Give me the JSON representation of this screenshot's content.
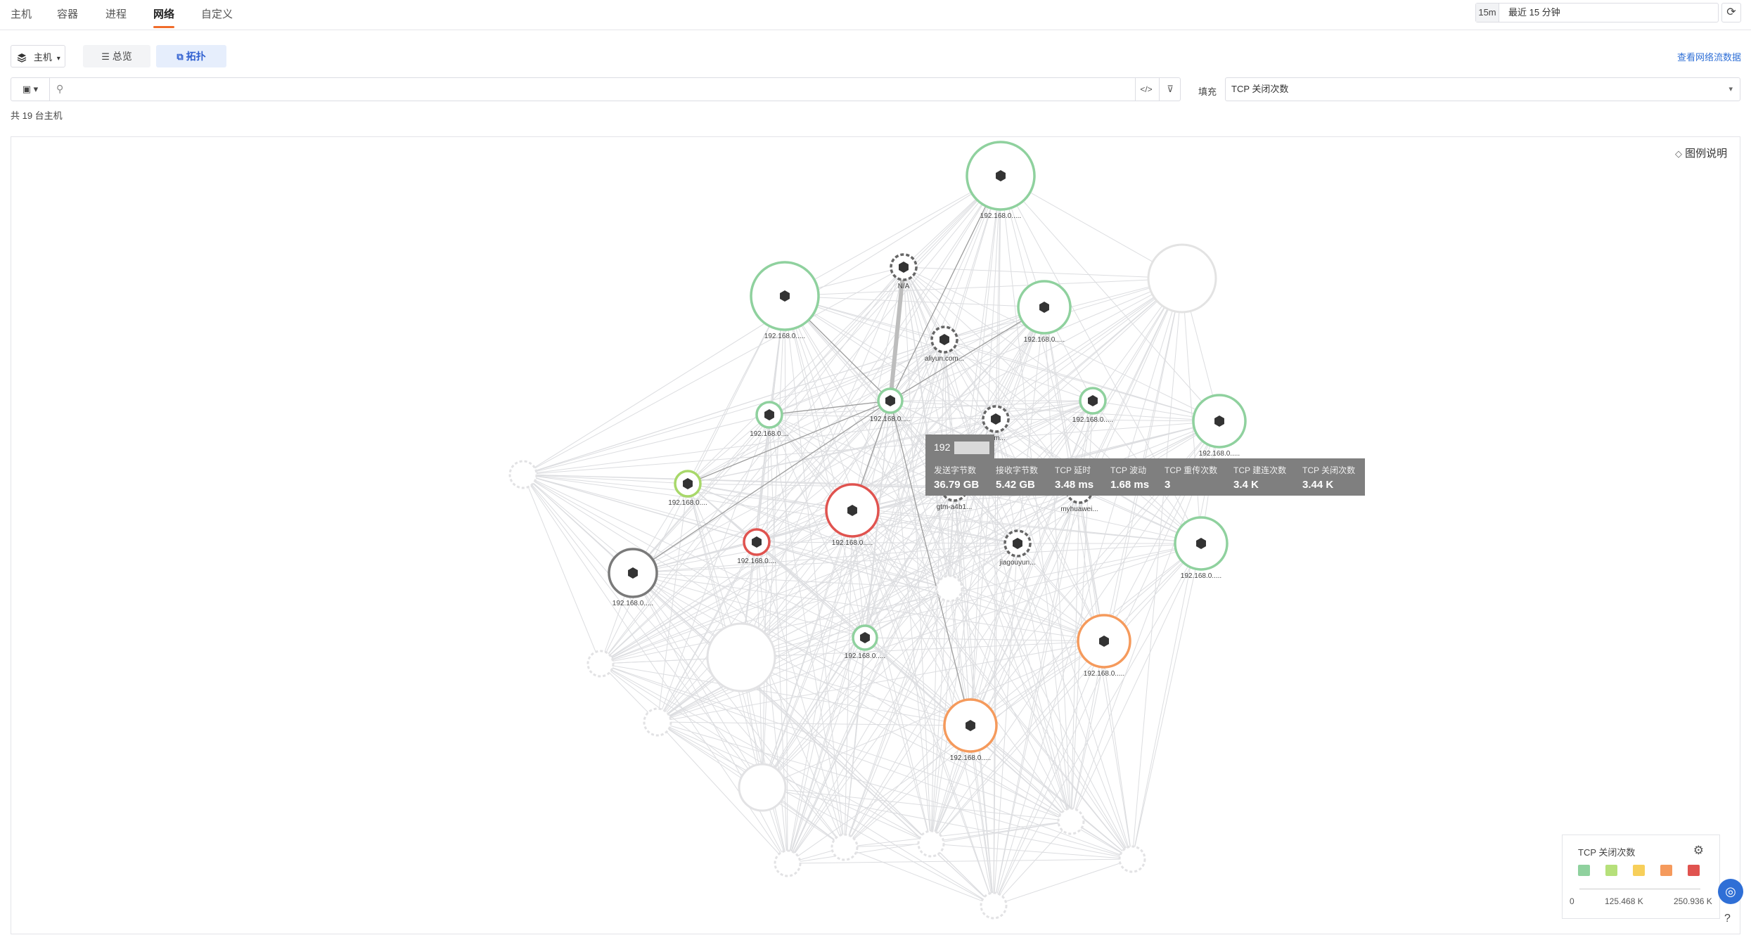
{
  "nav": {
    "tabs": [
      {
        "label": "主机"
      },
      {
        "label": "容器"
      },
      {
        "label": "进程"
      },
      {
        "label": "网络"
      },
      {
        "label": "自定义"
      }
    ],
    "active_tab": "网络",
    "time_quick": "15m",
    "time_range": "最近 15 分钟"
  },
  "toolbar": {
    "host_select": "主机",
    "overview_label": "总览",
    "topology_label": "拓扑",
    "flow_link": "查看网络流数据",
    "search_placeholder": "",
    "fill_label": "填充",
    "fill_value": "TCP 关闭次数",
    "host_count": "共 19 台主机",
    "legend_toggle": "图例说明"
  },
  "graph": {
    "nodes": [
      {
        "id": "n1",
        "label": "192.168.0.....",
        "status": "green"
      },
      {
        "id": "n2",
        "label": "N/A",
        "status": "dashed"
      },
      {
        "id": "n3",
        "label": "192.168.0.....",
        "status": "green"
      },
      {
        "id": "n4",
        "label": "192.168.0.....",
        "status": "green"
      },
      {
        "id": "n5",
        "label": "aliyun.com...",
        "status": "dashed"
      },
      {
        "id": "n6",
        "label": "",
        "status": "empty"
      },
      {
        "id": "n7",
        "label": "192.168.0.....",
        "status": "green"
      },
      {
        "id": "n8",
        "label": "192.168.0....",
        "status": "green"
      },
      {
        "id": "n9",
        "label": "192.168.0.....",
        "status": "green"
      },
      {
        "id": "n10",
        "label": "192.168.0.....",
        "status": "green"
      },
      {
        "id": "n11",
        "label": "..om...",
        "status": "dashed"
      },
      {
        "id": "n12",
        "label": "192.168.0....",
        "status": "lime"
      },
      {
        "id": "n13",
        "label": "gtm-a4b1...",
        "status": "dashed"
      },
      {
        "id": "n14",
        "label": "myhuawei...",
        "status": "dashed"
      },
      {
        "id": "n15",
        "label": "192.168.0.....",
        "status": "red"
      },
      {
        "id": "n16",
        "label": "192.168.0....",
        "status": "red"
      },
      {
        "id": "n17",
        "label": "jiagouyun...",
        "status": "dashed"
      },
      {
        "id": "n18",
        "label": "192.168.0.....",
        "status": "green"
      },
      {
        "id": "n19",
        "label": "192.168.0.....",
        "status": "gray"
      },
      {
        "id": "n20",
        "label": "192.168.0.....",
        "status": "green"
      },
      {
        "id": "n21",
        "label": "192.168.0.....",
        "status": "orange"
      },
      {
        "id": "n22",
        "label": "192.168.0.....",
        "status": "orange"
      }
    ]
  },
  "tooltip": {
    "title": "192",
    "metrics": [
      {
        "key": "发送字节数",
        "value": "36.79 GB"
      },
      {
        "key": "接收字节数",
        "value": "5.42 GB"
      },
      {
        "key": "TCP 延时",
        "value": "3.48 ms"
      },
      {
        "key": "TCP 波动",
        "value": "1.68 ms"
      },
      {
        "key": "TCP 重传次数",
        "value": "3"
      },
      {
        "key": "TCP 建连次数",
        "value": "3.4 K"
      },
      {
        "key": "TCP 关闭次数",
        "value": "3.44 K"
      }
    ]
  },
  "legend": {
    "title": "TCP 关闭次数",
    "colors": [
      "#8fd19e",
      "#b6e07a",
      "#f7cf5a",
      "#f59a5c",
      "#e0534f"
    ],
    "labels": [
      "0",
      "125.468 K",
      "250.936 K"
    ]
  },
  "colors": {
    "accent": "#f06c2b",
    "link": "#2f6fd6",
    "green": "#8fd19e",
    "red": "#e0534f",
    "orange": "#f59a5c"
  }
}
